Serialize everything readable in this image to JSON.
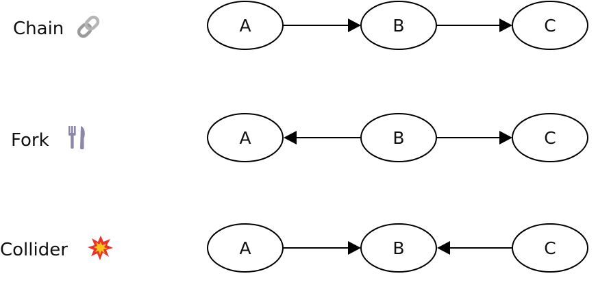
{
  "rows": [
    {
      "id": "chain",
      "label": "Chain",
      "icon": "link-icon",
      "nodes": [
        "A",
        "B",
        "C"
      ],
      "edges": [
        {
          "from": "A",
          "to": "B"
        },
        {
          "from": "B",
          "to": "C"
        }
      ]
    },
    {
      "id": "fork",
      "label": "Fork",
      "icon": "fork-and-knife-icon",
      "nodes": [
        "A",
        "B",
        "C"
      ],
      "edges": [
        {
          "from": "B",
          "to": "A"
        },
        {
          "from": "B",
          "to": "C"
        }
      ]
    },
    {
      "id": "collider",
      "label": "Collider",
      "icon": "collision-icon",
      "nodes": [
        "A",
        "B",
        "C"
      ],
      "edges": [
        {
          "from": "A",
          "to": "B"
        },
        {
          "from": "C",
          "to": "B"
        }
      ]
    }
  ],
  "colors": {
    "stroke": "#000000",
    "text": "#111111",
    "link_icon": "#9a9a9a",
    "fork_icon": "#8d86a8",
    "collision_outer": "#e8332b",
    "collision_inner": "#f7c21c"
  }
}
